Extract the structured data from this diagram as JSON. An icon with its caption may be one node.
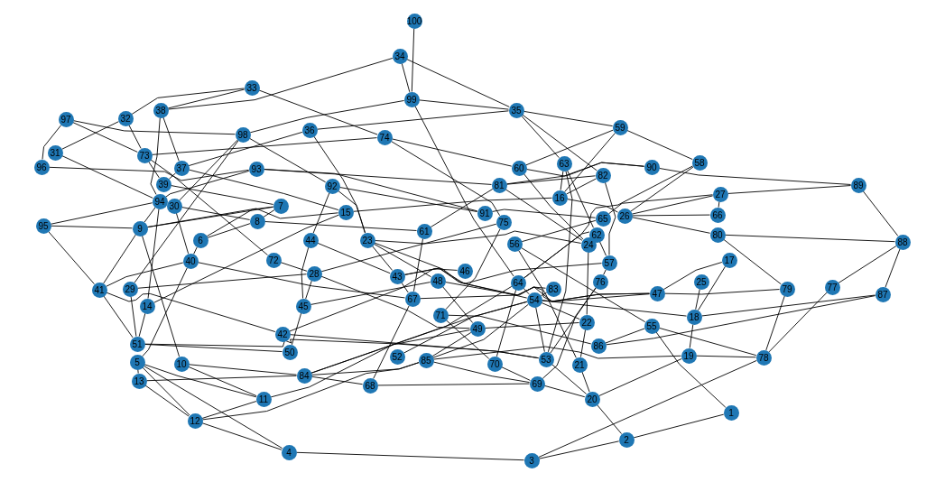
{
  "diagram": {
    "nodes": [
      {
        "text": [
          "1"
        ]
      },
      {
        "text": [
          "2"
        ]
      },
      {
        "text": [
          "3"
        ]
      },
      {
        "text": [
          "4"
        ]
      },
      {
        "text": [
          "5"
        ]
      },
      {
        "text": [
          "6"
        ]
      },
      {
        "text": [
          "7"
        ]
      },
      {
        "text": [
          "8"
        ]
      },
      {
        "text": [
          "9"
        ]
      },
      {
        "text": [
          "10"
        ]
      },
      {
        "text": [
          "11"
        ]
      },
      {
        "text": [
          "12"
        ]
      },
      {
        "text": [
          "13"
        ]
      },
      {
        "text": [
          "14"
        ]
      },
      {
        "text": [
          "15"
        ]
      },
      {
        "text": [
          "16"
        ]
      },
      {
        "text": [
          "17"
        ]
      },
      {
        "text": [
          "18"
        ]
      },
      {
        "text": [
          "19"
        ]
      },
      {
        "text": [
          "20"
        ]
      },
      {
        "text": [
          "21"
        ]
      },
      {
        "text": [
          "22"
        ]
      },
      {
        "text": [
          "23"
        ]
      },
      {
        "text": [
          "24"
        ]
      },
      {
        "text": [
          "25"
        ]
      },
      {
        "text": [
          "26"
        ]
      },
      {
        "text": [
          "27"
        ]
      },
      {
        "text": [
          "28"
        ]
      },
      {
        "text": [
          "29"
        ]
      },
      {
        "text": [
          "30"
        ]
      },
      {
        "text": [
          "31"
        ]
      },
      {
        "text": [
          "32"
        ]
      },
      {
        "text": [
          "33"
        ]
      },
      {
        "text": [
          "34"
        ]
      },
      {
        "text": [
          "35"
        ]
      },
      {
        "text": [
          "36"
        ]
      },
      {
        "text": [
          "37"
        ]
      },
      {
        "text": [
          "38"
        ]
      },
      {
        "text": [
          "39"
        ]
      },
      {
        "text": [
          "40"
        ]
      },
      {
        "text": [
          "41"
        ]
      },
      {
        "text": [
          "42"
        ]
      },
      {
        "text": [
          "43"
        ]
      },
      {
        "text": [
          "44"
        ]
      },
      {
        "text": [
          "45"
        ]
      },
      {
        "text": [
          "46"
        ]
      },
      {
        "text": [
          "47"
        ]
      },
      {
        "text": [
          "48"
        ]
      },
      {
        "text": [
          "49"
        ]
      },
      {
        "text": [
          "50"
        ]
      },
      {
        "text": [
          "51"
        ]
      },
      {
        "text": [
          "52"
        ]
      },
      {
        "text": [
          "53"
        ]
      },
      {
        "text": [
          "54"
        ]
      },
      {
        "text": [
          "55"
        ]
      },
      {
        "text": [
          "56"
        ]
      },
      {
        "text": [
          "57"
        ]
      },
      {
        "text": [
          "58"
        ]
      },
      {
        "text": [
          "59"
        ]
      },
      {
        "text": [
          "60"
        ]
      },
      {
        "text": [
          "61"
        ]
      },
      {
        "text": [
          "62"
        ]
      },
      {
        "text": [
          "63"
        ]
      },
      {
        "text": [
          "64"
        ]
      },
      {
        "text": [
          "65"
        ]
      },
      {
        "text": [
          "66"
        ]
      },
      {
        "text": [
          "67"
        ]
      },
      {
        "text": [
          "68"
        ]
      },
      {
        "text": [
          "69"
        ]
      },
      {
        "text": [
          "70"
        ]
      },
      {
        "text": [
          "71"
        ]
      },
      {
        "text": [
          "72"
        ]
      },
      {
        "text": [
          "73"
        ]
      },
      {
        "text": [
          "74"
        ]
      },
      {
        "text": [
          "75"
        ]
      },
      {
        "text": [
          "76"
        ]
      },
      {
        "text": [
          "77"
        ]
      },
      {
        "text": [
          "78"
        ]
      },
      {
        "text": [
          "79"
        ]
      },
      {
        "text": [
          "80"
        ]
      },
      {
        "text": [
          "81"
        ]
      },
      {
        "text": [
          "82"
        ]
      },
      {
        "text": [
          "83"
        ]
      },
      {
        "text": [
          "84"
        ]
      },
      {
        "text": [
          "85"
        ]
      },
      {
        "text": [
          "86"
        ]
      },
      {
        "text": [
          "87"
        ]
      },
      {
        "text": [
          "88"
        ]
      },
      {
        "text": [
          "89"
        ]
      },
      {
        "text": [
          "90"
        ]
      },
      {
        "text": [
          "91"
        ]
      },
      {
        "text": [
          "92"
        ]
      },
      {
        "text": [
          "93"
        ]
      },
      {
        "text": [
          "94"
        ]
      },
      {
        "text": [
          "95"
        ]
      },
      {
        "text": [
          "96"
        ]
      },
      {
        "text": [
          "97"
        ]
      },
      {
        "text": [
          "98"
        ]
      },
      {
        "text": [
          "99"
        ]
      },
      {
        "text": [
          "100"
        ]
      }
    ],
    "edges": [
      {
        "from": 99,
        "to": 98,
        "arrow": "none"
      },
      {
        "from": 33,
        "to": 98,
        "arrow": "none"
      },
      {
        "from": 33,
        "to": 34,
        "arrow": "none"
      },
      {
        "from": 33,
        "to": 37,
        "arrow": "none"
      },
      {
        "from": 32,
        "to": 37,
        "arrow": "none"
      },
      {
        "from": 31,
        "to": 32,
        "arrow": "none"
      },
      {
        "from": 32,
        "to": 73,
        "arrow": "none"
      },
      {
        "from": 98,
        "to": 34,
        "arrow": "none"
      },
      {
        "from": 98,
        "to": 97,
        "arrow": "none"
      },
      {
        "from": 98,
        "to": 63,
        "arrow": "none"
      },
      {
        "from": 34,
        "to": 35,
        "arrow": "none"
      },
      {
        "from": 34,
        "to": 58,
        "arrow": "none"
      },
      {
        "from": 34,
        "to": 62,
        "arrow": "none"
      },
      {
        "from": 34,
        "to": 81,
        "arrow": "none"
      },
      {
        "from": 35,
        "to": 22,
        "arrow": "none"
      },
      {
        "from": 97,
        "to": 96,
        "arrow": "none"
      },
      {
        "from": 97,
        "to": 28,
        "arrow": "none"
      },
      {
        "from": 97,
        "to": 91,
        "arrow": "none"
      },
      {
        "from": 91,
        "to": 90,
        "arrow": "none"
      },
      {
        "from": 91,
        "to": 43,
        "arrow": "none"
      },
      {
        "from": 91,
        "to": 22,
        "arrow": "none"
      },
      {
        "from": 36,
        "to": 35,
        "arrow": "none"
      },
      {
        "from": 72,
        "to": 73,
        "arrow": "none"
      },
      {
        "from": 73,
        "to": 59,
        "arrow": "none"
      },
      {
        "from": 73,
        "to": 74,
        "arrow": "none"
      },
      {
        "from": 96,
        "to": 95,
        "arrow": "none"
      },
      {
        "from": 96,
        "to": 72,
        "arrow": "none"
      },
      {
        "from": 30,
        "to": 31,
        "arrow": "none"
      },
      {
        "from": 30,
        "to": 93,
        "arrow": "none"
      },
      {
        "from": 95,
        "to": 92,
        "arrow": "none"
      },
      {
        "from": 92,
        "to": 80,
        "arrow": "none"
      },
      {
        "from": 59,
        "to": 89,
        "arrow": "none"
      },
      {
        "from": 92,
        "to": 90,
        "arrow": "none"
      },
      {
        "from": 36,
        "to": 14,
        "arrow": "none"
      },
      {
        "from": 37,
        "to": 93,
        "arrow": "none"
      },
      {
        "from": 36,
        "to": 37,
        "arrow": "none"
      },
      {
        "from": 36,
        "to": 38,
        "arrow": "none"
      },
      {
        "from": 31,
        "to": 72,
        "arrow": "none"
      },
      {
        "from": 72,
        "to": 38,
        "arrow": "none"
      },
      {
        "from": 72,
        "to": 71,
        "arrow": "none"
      },
      {
        "from": 38,
        "to": 6,
        "arrow": "none"
      },
      {
        "from": 93,
        "to": 92,
        "arrow": "none"
      },
      {
        "from": 93,
        "to": 94,
        "arrow": "none"
      },
      {
        "from": 93,
        "to": 8,
        "arrow": "none"
      },
      {
        "from": 93,
        "to": 13,
        "arrow": "none"
      },
      {
        "from": 29,
        "to": 97,
        "arrow": "none"
      },
      {
        "from": 29,
        "to": 7,
        "arrow": "none"
      },
      {
        "from": 29,
        "to": 39,
        "arrow": "none"
      },
      {
        "from": 94,
        "to": 8,
        "arrow": "none"
      },
      {
        "from": 94,
        "to": 40,
        "arrow": "none"
      },
      {
        "from": 8,
        "to": 6,
        "arrow": "none"
      },
      {
        "from": 8,
        "to": 14,
        "arrow": "none"
      },
      {
        "from": 8,
        "to": 40,
        "arrow": "none"
      },
      {
        "from": 8,
        "to": 9,
        "arrow": "none"
      },
      {
        "from": 5,
        "to": 6,
        "arrow": "none"
      },
      {
        "from": 5,
        "to": 39,
        "arrow": "none"
      },
      {
        "from": 5,
        "to": 7,
        "arrow": "none"
      },
      {
        "from": 7,
        "to": 6,
        "arrow": "none"
      },
      {
        "from": 7,
        "to": 60,
        "arrow": "none"
      },
      {
        "from": 43,
        "to": 44,
        "arrow": "none"
      },
      {
        "from": 43,
        "to": 42,
        "arrow": "none"
      },
      {
        "from": 14,
        "to": 13,
        "arrow": "none"
      },
      {
        "from": 14,
        "to": 15,
        "arrow": "none"
      },
      {
        "from": 22,
        "to": 23,
        "arrow": "none"
      },
      {
        "from": 22,
        "to": 42,
        "arrow": "none"
      },
      {
        "from": 22,
        "to": 47,
        "arrow": "none"
      },
      {
        "from": 22,
        "to": 53,
        "arrow": "none"
      },
      {
        "from": 60,
        "to": 66,
        "arrow": "none"
      },
      {
        "from": 60,
        "to": 80,
        "arrow": "none"
      },
      {
        "from": 40,
        "to": 39,
        "arrow": "none"
      },
      {
        "from": 40,
        "to": 50,
        "arrow": "none"
      },
      {
        "from": 40,
        "to": 41,
        "arrow": "none"
      },
      {
        "from": 28,
        "to": 27,
        "arrow": "none"
      },
      {
        "from": 28,
        "to": 50,
        "arrow": "none"
      },
      {
        "from": 13,
        "to": 50,
        "arrow": "none"
      },
      {
        "from": 39,
        "to": 66,
        "arrow": "none"
      },
      {
        "from": 50,
        "to": 49,
        "arrow": "none"
      },
      {
        "from": 50,
        "to": 52,
        "arrow": "none"
      },
      {
        "from": 4,
        "to": 12,
        "arrow": "none"
      },
      {
        "from": 4,
        "to": 10,
        "arrow": "none"
      },
      {
        "from": 4,
        "to": 11,
        "arrow": "none"
      },
      {
        "from": 4,
        "to": 3,
        "arrow": "none"
      },
      {
        "from": 4,
        "to": 39,
        "arrow": "none"
      },
      {
        "from": 9,
        "to": 10,
        "arrow": "none"
      },
      {
        "from": 9,
        "to": 83,
        "arrow": "none"
      },
      {
        "from": 12,
        "to": 83,
        "arrow": "none"
      },
      {
        "from": 12,
        "to": 11,
        "arrow": "none"
      },
      {
        "from": 11,
        "to": 10,
        "arrow": "none"
      },
      {
        "from": 11,
        "to": 3,
        "arrow": "none"
      },
      {
        "from": 11,
        "to": 84,
        "arrow": "none"
      },
      {
        "from": 10,
        "to": 48,
        "arrow": "none"
      },
      {
        "from": 3,
        "to": 2,
        "arrow": "none"
      },
      {
        "from": 41,
        "to": 45,
        "arrow": "none"
      },
      {
        "from": 41,
        "to": 52,
        "arrow": "none"
      },
      {
        "from": 44,
        "to": 49,
        "arrow": "none"
      },
      {
        "from": 44,
        "to": 27,
        "arrow": "none"
      },
      {
        "from": 44,
        "to": 47,
        "arrow": "none"
      },
      {
        "from": 27,
        "to": 71,
        "arrow": "none"
      },
      {
        "from": 27,
        "to": 48,
        "arrow": "none"
      },
      {
        "from": 27,
        "to": 74,
        "arrow": "none"
      },
      {
        "from": 83,
        "to": 63,
        "arrow": "none"
      },
      {
        "from": 83,
        "to": 53,
        "arrow": "none"
      },
      {
        "from": 83,
        "to": 84,
        "arrow": "none"
      },
      {
        "from": 83,
        "to": 67,
        "arrow": "none"
      },
      {
        "from": 42,
        "to": 66,
        "arrow": "none"
      },
      {
        "from": 42,
        "to": 56,
        "arrow": "none"
      },
      {
        "from": 42,
        "to": 46,
        "arrow": "none"
      },
      {
        "from": 47,
        "to": 48,
        "arrow": "none"
      },
      {
        "from": 47,
        "to": 46,
        "arrow": "none"
      },
      {
        "from": 66,
        "to": 67,
        "arrow": "none"
      },
      {
        "from": 66,
        "to": 82,
        "arrow": "none"
      },
      {
        "from": 70,
        "to": 69,
        "arrow": "none"
      },
      {
        "from": 70,
        "to": 74,
        "arrow": "none"
      },
      {
        "from": 70,
        "to": 85,
        "arrow": "none"
      },
      {
        "from": 48,
        "to": 84,
        "arrow": "none"
      },
      {
        "from": 48,
        "to": 21,
        "arrow": "none"
      },
      {
        "from": 51,
        "to": 53,
        "arrow": "none"
      },
      {
        "from": 84,
        "to": 53,
        "arrow": "none"
      },
      {
        "from": 84,
        "to": 68,
        "arrow": "none"
      },
      {
        "from": 84,
        "to": 18,
        "arrow": "none"
      },
      {
        "from": 52,
        "to": 53,
        "arrow": "none"
      },
      {
        "from": 52,
        "to": 19,
        "arrow": "none"
      },
      {
        "from": 52,
        "to": 75,
        "arrow": "none"
      },
      {
        "from": 68,
        "to": 75,
        "arrow": "none"
      },
      {
        "from": 69,
        "to": 63,
        "arrow": "none"
      },
      {
        "from": 69,
        "to": 68,
        "arrow": "none"
      },
      {
        "from": 68,
        "to": 67,
        "arrow": "none"
      },
      {
        "from": 68,
        "to": 19,
        "arrow": "none"
      },
      {
        "from": 20,
        "to": 21,
        "arrow": "none"
      },
      {
        "from": 20,
        "to": 19,
        "arrow": "none"
      },
      {
        "from": 20,
        "to": 55,
        "arrow": "none"
      },
      {
        "from": 19,
        "to": 1,
        "arrow": "none"
      },
      {
        "from": 19,
        "to": 18,
        "arrow": "none"
      },
      {
        "from": 1,
        "to": 2,
        "arrow": "none"
      },
      {
        "from": 1,
        "to": 0,
        "arrow": "none"
      },
      {
        "from": 2,
        "to": 77,
        "arrow": "none"
      },
      {
        "from": 21,
        "to": 23,
        "arrow": "none"
      },
      {
        "from": 85,
        "to": 54,
        "arrow": "none"
      },
      {
        "from": 85,
        "to": 86,
        "arrow": "none"
      },
      {
        "from": 54,
        "to": 0,
        "arrow": "none"
      },
      {
        "from": 54,
        "to": 77,
        "arrow": "none"
      },
      {
        "from": 54,
        "to": 55,
        "arrow": "none"
      },
      {
        "from": 18,
        "to": 17,
        "arrow": "none"
      },
      {
        "from": 18,
        "to": 77,
        "arrow": "none"
      },
      {
        "from": 17,
        "to": 24,
        "arrow": "none"
      },
      {
        "from": 17,
        "to": 16,
        "arrow": "none"
      },
      {
        "from": 17,
        "to": 53,
        "arrow": "none"
      },
      {
        "from": 17,
        "to": 86,
        "arrow": "none"
      },
      {
        "from": 46,
        "to": 16,
        "arrow": "none"
      },
      {
        "from": 46,
        "to": 78,
        "arrow": "none"
      },
      {
        "from": 78,
        "to": 79,
        "arrow": "none"
      },
      {
        "from": 78,
        "to": 77,
        "arrow": "none"
      },
      {
        "from": 76,
        "to": 77,
        "arrow": "none"
      },
      {
        "from": 76,
        "to": 87,
        "arrow": "none"
      },
      {
        "from": 86,
        "to": 87,
        "arrow": "none"
      },
      {
        "from": 79,
        "to": 87,
        "arrow": "none"
      },
      {
        "from": 88,
        "to": 87,
        "arrow": "none"
      },
      {
        "from": 88,
        "to": 89,
        "arrow": "none"
      },
      {
        "from": 88,
        "to": 26,
        "arrow": "none"
      },
      {
        "from": 26,
        "to": 65,
        "arrow": "none"
      },
      {
        "from": 26,
        "to": 25,
        "arrow": "none"
      },
      {
        "from": 25,
        "to": 65,
        "arrow": "none"
      },
      {
        "from": 25,
        "to": 15,
        "arrow": "none"
      },
      {
        "from": 57,
        "to": 58,
        "arrow": "none"
      },
      {
        "from": 57,
        "to": 25,
        "arrow": "none"
      },
      {
        "from": 57,
        "to": 63,
        "arrow": "none"
      },
      {
        "from": 15,
        "to": 62,
        "arrow": "none"
      },
      {
        "from": 15,
        "to": 58,
        "arrow": "none"
      },
      {
        "from": 15,
        "to": 81,
        "arrow": "none"
      },
      {
        "from": 62,
        "to": 52,
        "arrow": "none"
      },
      {
        "from": 81,
        "to": 56,
        "arrow": "none"
      },
      {
        "from": 80,
        "to": 89,
        "arrow": "none"
      },
      {
        "from": 80,
        "to": 81,
        "arrow": "none"
      },
      {
        "from": 80,
        "to": 23,
        "arrow": "none"
      },
      {
        "from": 59,
        "to": 58,
        "arrow": "none"
      },
      {
        "from": 59,
        "to": 23,
        "arrow": "none"
      },
      {
        "from": 64,
        "to": 90,
        "arrow": "none"
      },
      {
        "from": 64,
        "to": 26,
        "arrow": "none"
      },
      {
        "from": 61,
        "to": 62,
        "arrow": "none"
      },
      {
        "from": 61,
        "to": 56,
        "arrow": "none"
      },
      {
        "from": 55,
        "to": 64,
        "arrow": "none"
      },
      {
        "from": 75,
        "to": 56,
        "arrow": "none"
      },
      {
        "from": 63,
        "to": 53,
        "arrow": "none"
      },
      {
        "from": 63,
        "to": 61,
        "arrow": "none"
      },
      {
        "from": 53,
        "to": 82,
        "arrow": "none"
      },
      {
        "from": 53,
        "to": 46,
        "arrow": "none"
      },
      {
        "from": 53,
        "to": 21,
        "arrow": "none"
      },
      {
        "from": 79,
        "to": 25,
        "arrow": "none"
      }
    ]
  }
}
